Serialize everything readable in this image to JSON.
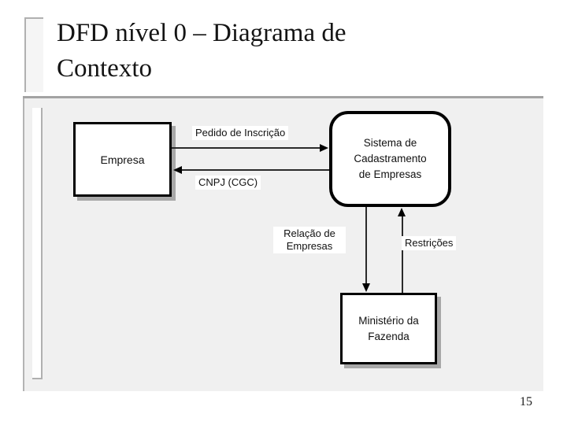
{
  "slide": {
    "title_line1": "DFD nível 0 – Diagrama de",
    "title_line2": "Contexto",
    "page_number": "15"
  },
  "diagram": {
    "type": "data-flow-diagram-context",
    "entities": {
      "empresa": {
        "label": "Empresa"
      },
      "ministerio": {
        "label": "Ministério da Fazenda"
      }
    },
    "process": {
      "label": "Sistema de Cadastramento de Empresas"
    },
    "flows": [
      {
        "label": "Pedido de Inscrição",
        "from": "Empresa",
        "to": "Sistema de Cadastramento de Empresas",
        "direction": "right"
      },
      {
        "label": "CNPJ (CGC)",
        "from": "Sistema de Cadastramento de Empresas",
        "to": "Empresa",
        "direction": "left"
      },
      {
        "label": "Relação de Empresas",
        "from": "Sistema de Cadastramento de Empresas",
        "to": "Ministério da Fazenda",
        "direction": "down"
      },
      {
        "label": "Restrições",
        "from": "Ministério da Fazenda",
        "to": "Sistema de Cadastramento de Empresas",
        "direction": "up"
      }
    ]
  },
  "colors": {
    "bg": "#ffffff",
    "canvas": "#f0f0f0",
    "frame": "#a8a8a8",
    "boxborder": "#000000",
    "boxfill": "#ffffff",
    "shadow": "#a8a8a8",
    "ink": "#141414",
    "line": "#2b2b2b"
  }
}
